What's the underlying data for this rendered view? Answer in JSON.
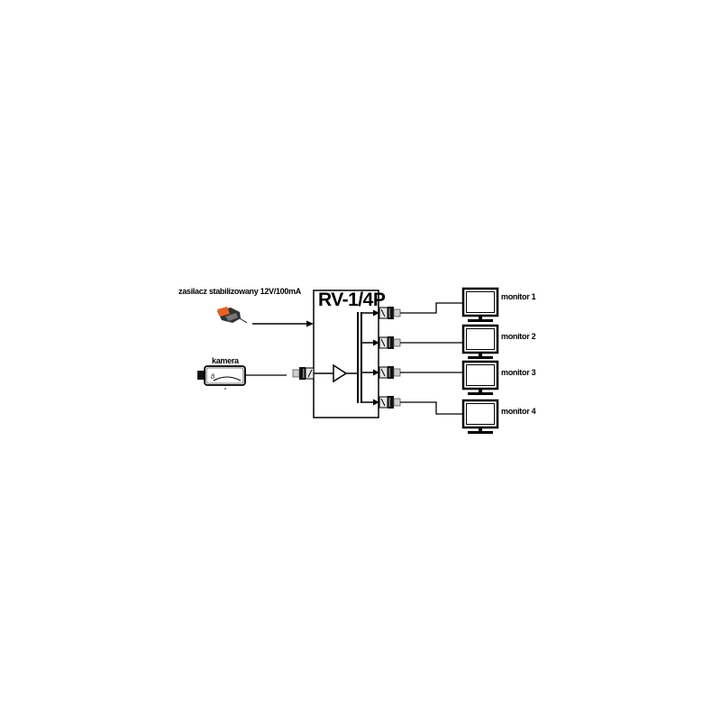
{
  "diagram": {
    "device": {
      "title": "RV-1/4P"
    },
    "power_supply": {
      "label": "zasilacz stabilizowany 12V/100mA",
      "icon": "power-adapter-icon",
      "accent_color": "#e8621f"
    },
    "camera": {
      "label": "kamera",
      "icon": "camera-icon"
    },
    "amplifier": {
      "icon": "amplifier-triangle-icon"
    },
    "outputs": [
      {
        "label": "monitor 1",
        "icon": "monitor-icon"
      },
      {
        "label": "monitor 2",
        "icon": "monitor-icon"
      },
      {
        "label": "monitor 3",
        "icon": "monitor-icon"
      },
      {
        "label": "monitor 4",
        "icon": "monitor-icon"
      }
    ]
  }
}
